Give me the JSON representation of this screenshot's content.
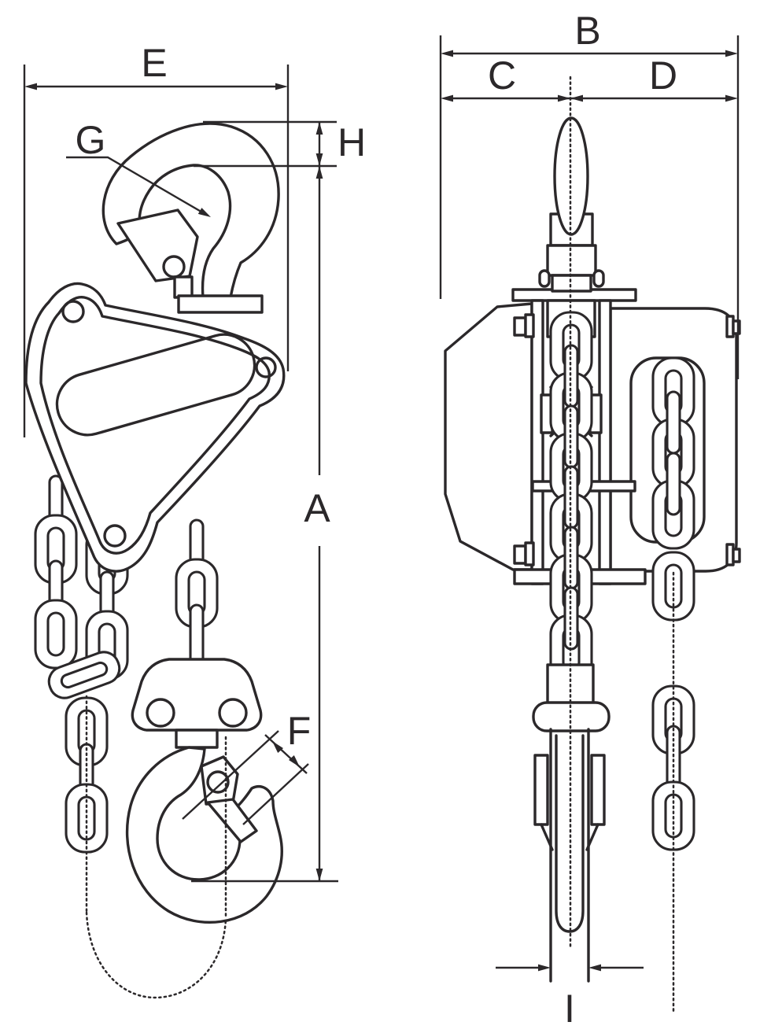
{
  "labels": {
    "a": "A",
    "b": "B",
    "c": "C",
    "d": "D",
    "e": "E",
    "f": "F",
    "g": "G",
    "h": "H",
    "i": "I"
  },
  "colors": {
    "line": "#2b282a",
    "background": "#ffffff"
  }
}
